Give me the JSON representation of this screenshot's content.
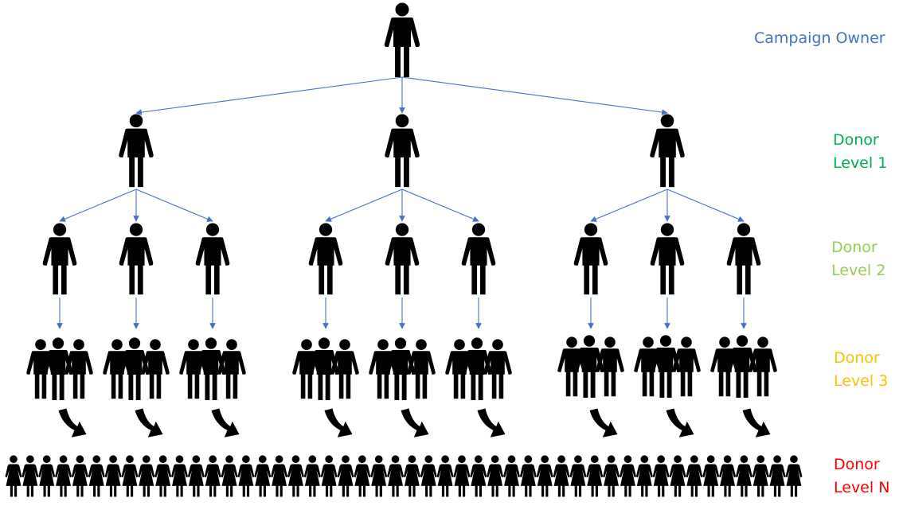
{
  "labels": {
    "owner": "Campaign Owner",
    "level1": [
      "Donor",
      "Level 1"
    ],
    "level2": [
      "Donor",
      "Level 2"
    ],
    "level3": [
      "Donor",
      "Level 3"
    ],
    "levelN": [
      "Donor",
      "Level N"
    ]
  },
  "colors": {
    "owner": "#4472C4",
    "level1": "#00B050",
    "level2": "#92D050",
    "level3": "#FFC000",
    "levelN": "#FF0000",
    "connector": "#4472C4",
    "figure": "#000000"
  },
  "icons": {
    "person": "person-icon",
    "group": "group-icon",
    "curved_arrow": "curved-arrow-icon",
    "crowd": "crowd-icon"
  },
  "structure": {
    "level1_count": 3,
    "level2_per_parent": 3,
    "level3_per_level2": 3,
    "levelN_figures": 48
  }
}
